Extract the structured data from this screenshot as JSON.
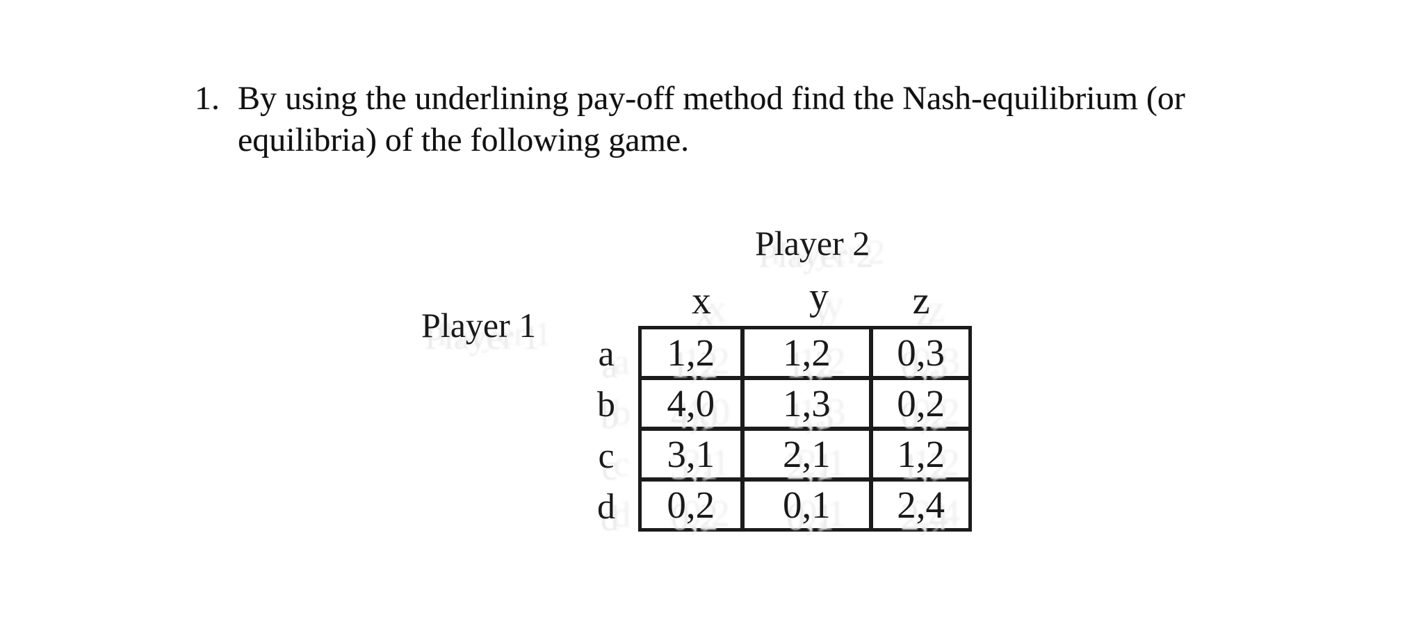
{
  "problem": {
    "number": "1.",
    "line1": "By using the underlining pay-off method find the Nash-equilibrium (or",
    "line2": "equilibria) of the following game."
  },
  "game": {
    "player2_label": "Player 2",
    "player1_label": "Player 1",
    "col_headers": [
      "x",
      "y",
      "z"
    ],
    "row_headers": [
      "a",
      "b",
      "c",
      "d"
    ],
    "payoffs": [
      [
        "1,2",
        "1,2",
        "0,3"
      ],
      [
        "4,0",
        "1,3",
        "0,2"
      ],
      [
        "3,1",
        "2,1",
        "1,2"
      ],
      [
        "0,2",
        "0,1",
        "2,4"
      ]
    ]
  },
  "colors": {
    "background": "#ffffff",
    "text": "#111111",
    "table_border": "#1b1b1b",
    "scan_ghost": "#ececec"
  }
}
